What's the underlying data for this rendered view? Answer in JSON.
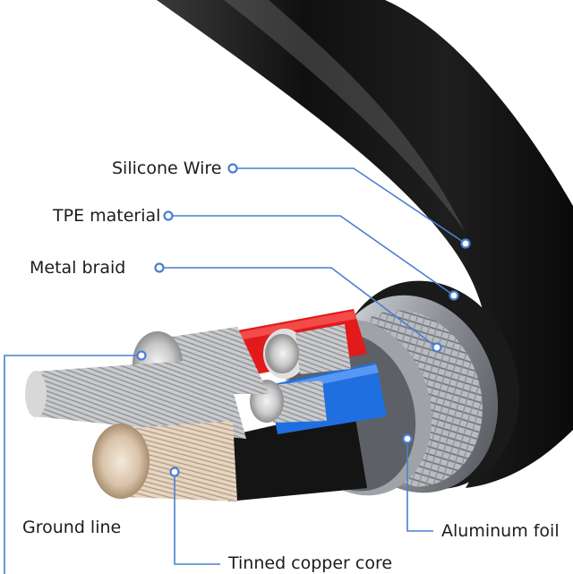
{
  "labels": {
    "silicone_wire": "Silicone Wire",
    "tpe_material": "TPE material",
    "metal_braid": "Metal braid",
    "ground_line": "Ground line",
    "tinned_copper_core": "Tinned copper core",
    "aluminum_foil": "Aluminum foil"
  },
  "colors": {
    "leader_line": "#4a7fd0",
    "jacket": "#151515",
    "red_wire": "#e21a1a",
    "blue_wire": "#1f6fe0",
    "aluminum_shell": "#9a9ea4"
  }
}
